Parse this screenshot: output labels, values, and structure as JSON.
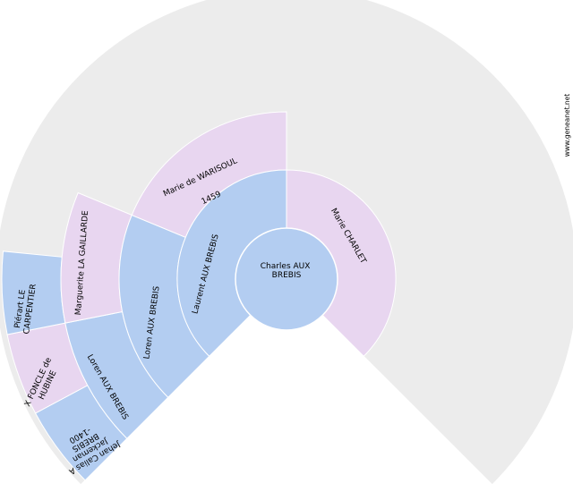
{
  "colors": {
    "male": "#b3cdf1",
    "female": "#e8d6f0",
    "empty": "#ececec",
    "stroke": "#ffffff"
  },
  "root": {
    "lines": [
      "Charles AUX",
      "BREBIS"
    ]
  },
  "generation1": [
    {
      "name": "Laurent AUX BREBIS",
      "lines": [
        "Laurent AUX BREBIS"
      ],
      "sex": "male"
    },
    {
      "name": "Marie CHARLET",
      "lines": [
        "Marie CHARLET"
      ],
      "sex": "female"
    }
  ],
  "generation2": [
    {
      "name": "Loren AUX BREBIS",
      "lines": [
        "Loren AUX BREBIS"
      ],
      "sex": "male"
    },
    {
      "name": "Marie de WARISOUL",
      "lines": [
        "Marie de WARISOUL",
        "1459"
      ],
      "sex": "female"
    }
  ],
  "generation3": [
    {
      "name": "Loren AUX BREBIS",
      "lines": [
        "Loren AUX BREBIS"
      ],
      "sex": "male"
    },
    {
      "name": "Marguerite LA GAILLARDE",
      "lines": [
        "Marguerite LA GAILLARDE"
      ],
      "sex": "female"
    }
  ],
  "generation4": [
    {
      "name": "Jehan Calias A Jackeman BREBIS",
      "lines": [
        "Jehan Calias A",
        "Jackeman",
        "BREBIS",
        "-1400"
      ],
      "sex": "male"
    },
    {
      "name": "X FONCLE de HUBINE",
      "lines": [
        "X FONCLE de",
        "HUBINE"
      ],
      "sex": "female"
    },
    {
      "name": "Piérart LE CARPENTIER",
      "lines": [
        "Piérart LE",
        "CARPENTIER"
      ],
      "sex": "male"
    }
  ],
  "watermark": "www.geneanet.net"
}
